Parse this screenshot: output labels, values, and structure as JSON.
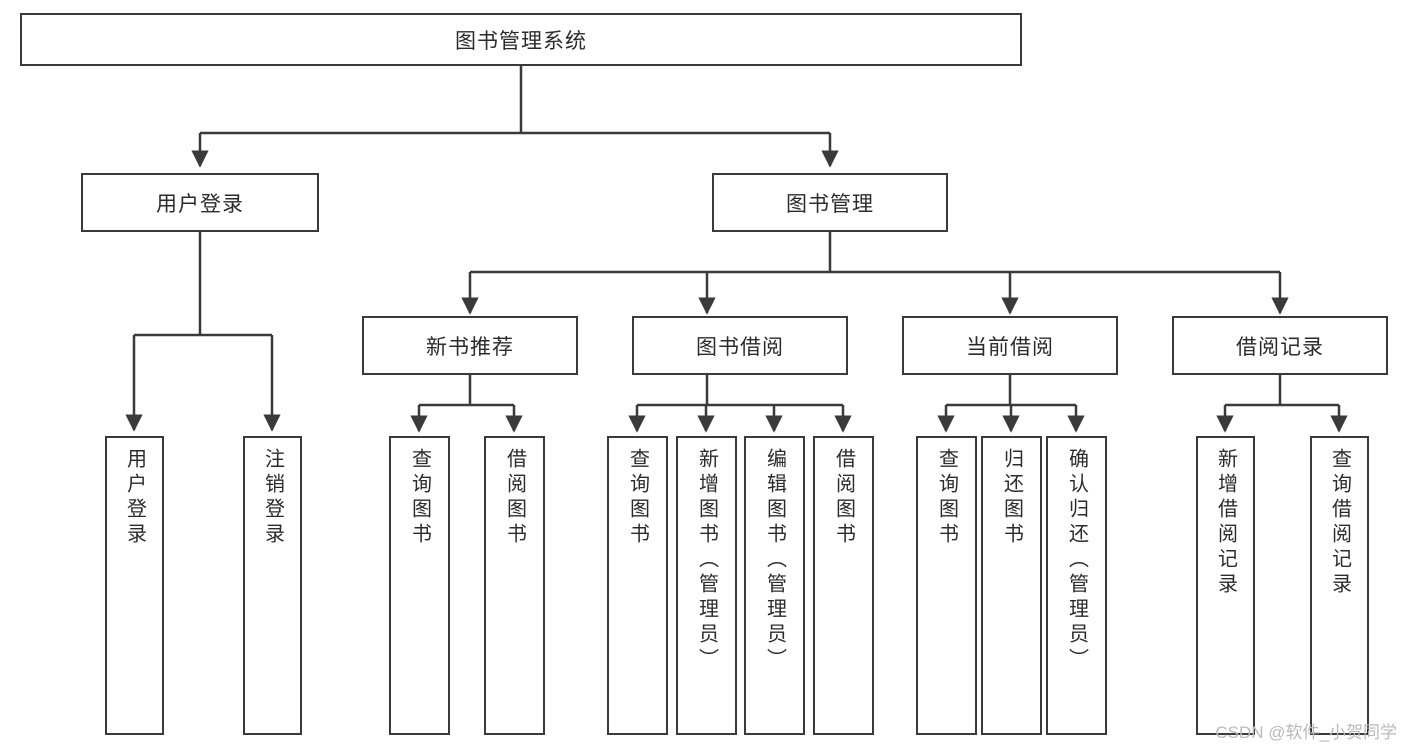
{
  "diagram": {
    "title": "图书管理系统",
    "type": "tree-hierarchy",
    "watermark": "CSDN @软件_小贺同学",
    "colors": {
      "background": "#ffffff",
      "box_border": "#3a3a3a",
      "box_fill": "#ffffff",
      "text": "#2b2b2b",
      "edge": "#3a3a3a",
      "watermark": "#b9b9b9"
    },
    "nodes": {
      "root": {
        "label": "图书管理系统",
        "level": 0,
        "orientation": "horizontal"
      },
      "l1": [
        {
          "id": "user-login",
          "label": "用户登录",
          "level": 1,
          "orientation": "horizontal"
        },
        {
          "id": "book-manage",
          "label": "图书管理",
          "level": 1,
          "orientation": "horizontal"
        }
      ],
      "l2": [
        {
          "id": "new-book-rec",
          "label": "新书推荐",
          "level": 2,
          "orientation": "horizontal",
          "parent": "book-manage"
        },
        {
          "id": "book-borrow",
          "label": "图书借阅",
          "level": 2,
          "orientation": "horizontal",
          "parent": "book-manage"
        },
        {
          "id": "current-borrow",
          "label": "当前借阅",
          "level": 2,
          "orientation": "horizontal",
          "parent": "book-manage"
        },
        {
          "id": "borrow-record",
          "label": "借阅记录",
          "level": 2,
          "orientation": "horizontal",
          "parent": "book-manage"
        }
      ],
      "leaves": [
        {
          "id": "leaf-user-login",
          "label": "用户登录",
          "parent": "user-login",
          "orientation": "vertical"
        },
        {
          "id": "leaf-logout-login",
          "label": "注销登录",
          "parent": "user-login",
          "orientation": "vertical"
        },
        {
          "id": "leaf-query-book-1",
          "label": "查询图书",
          "parent": "new-book-rec",
          "orientation": "vertical"
        },
        {
          "id": "leaf-borrow-book-1",
          "label": "借阅图书",
          "parent": "new-book-rec",
          "orientation": "vertical"
        },
        {
          "id": "leaf-query-book-2",
          "label": "查询图书",
          "parent": "book-borrow",
          "orientation": "vertical"
        },
        {
          "id": "leaf-add-book-admin",
          "label": "新增图书（管理员）",
          "parent": "book-borrow",
          "orientation": "vertical"
        },
        {
          "id": "leaf-edit-book-admin",
          "label": "编辑图书（管理员）",
          "parent": "book-borrow",
          "orientation": "vertical"
        },
        {
          "id": "leaf-borrow-book-2",
          "label": "借阅图书",
          "parent": "book-borrow",
          "orientation": "vertical"
        },
        {
          "id": "leaf-query-book-3",
          "label": "查询图书",
          "parent": "current-borrow",
          "orientation": "vertical"
        },
        {
          "id": "leaf-return-book",
          "label": "归还图书",
          "parent": "current-borrow",
          "orientation": "vertical"
        },
        {
          "id": "leaf-confirm-return-admin",
          "label": "确认归还（管理员）",
          "parent": "current-borrow",
          "orientation": "vertical"
        },
        {
          "id": "leaf-add-borrow-record",
          "label": "新增借阅记录",
          "parent": "borrow-record",
          "orientation": "vertical"
        },
        {
          "id": "leaf-query-borrow-record",
          "label": "查询借阅记录",
          "parent": "borrow-record",
          "orientation": "vertical"
        }
      ]
    }
  }
}
